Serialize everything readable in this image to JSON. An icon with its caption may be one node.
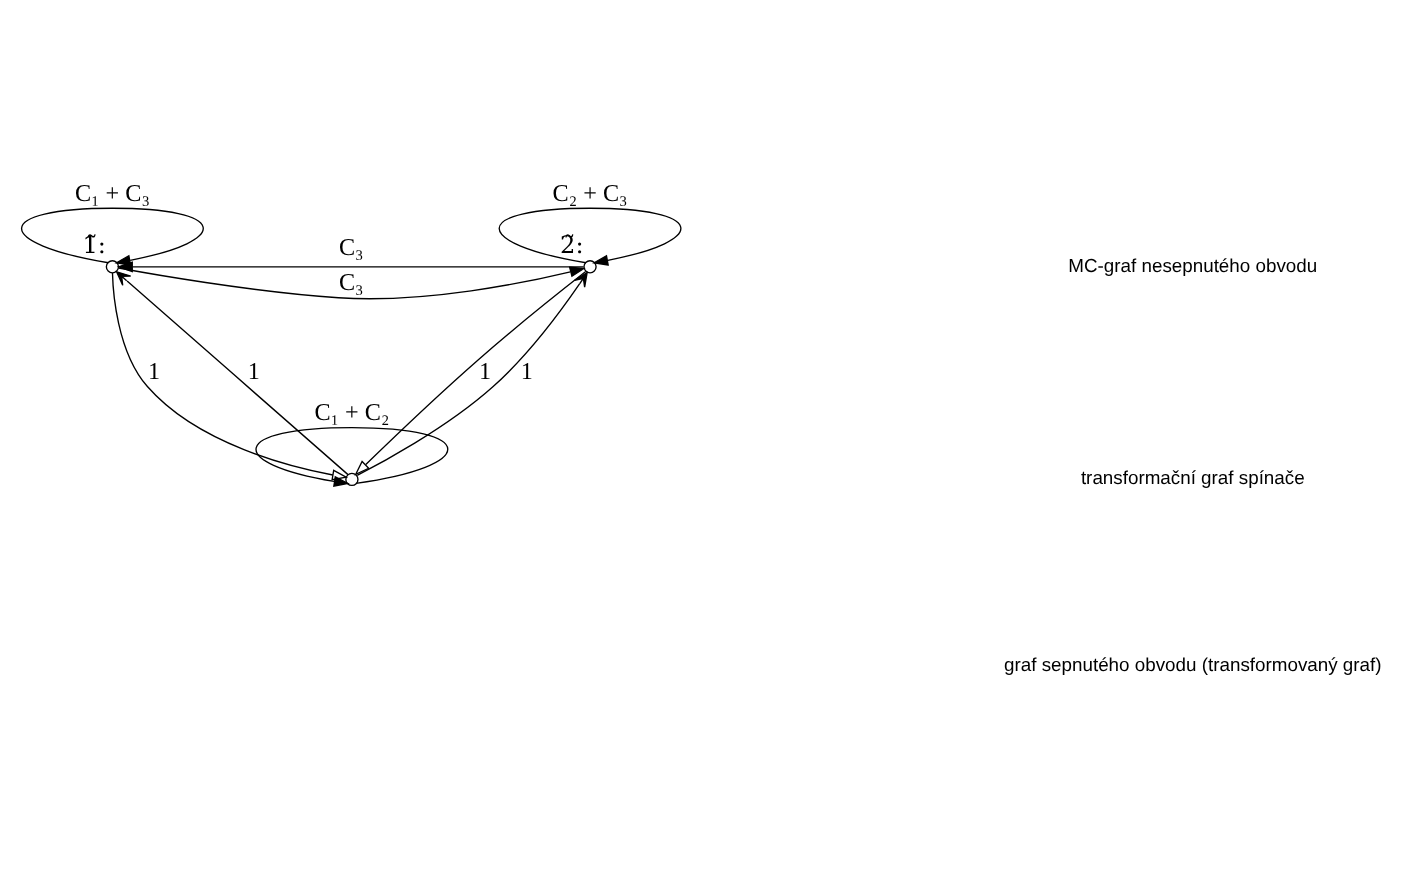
{
  "diagram": {
    "nodes": [
      {
        "text": [],
        "shape": "circle",
        "beside": [
          "1̃:"
        ]
      },
      {
        "text": [],
        "shape": "circle",
        "beside": [
          "2̃:"
        ]
      },
      {
        "text": [],
        "shape": "circle"
      }
    ],
    "edges": [
      {
        "from": 0,
        "to": 0,
        "arrow": "to",
        "label": "C₁ + C₃"
      },
      {
        "from": 1,
        "to": 1,
        "arrow": "to",
        "label": "C₂ + C₃"
      },
      {
        "from": 1,
        "to": 0,
        "arrow": "to",
        "label": "C₃"
      },
      {
        "from": 0,
        "to": 1,
        "arrow": "to",
        "label": "C₃"
      },
      {
        "from": 2,
        "to": 0,
        "arrow": "to",
        "label": "1"
      },
      {
        "from": 0,
        "to": 2,
        "arrow": "to",
        "label": "1"
      },
      {
        "from": 2,
        "to": 1,
        "arrow": "to",
        "label": "1"
      },
      {
        "from": 1,
        "to": 2,
        "arrow": "to",
        "label": "1"
      },
      {
        "from": 2,
        "to": 2,
        "arrow": "to",
        "label": "C₁ + C₂"
      }
    ],
    "labels": [
      "MC-graf nesepnutého obvodu",
      "transformační graf spínače",
      "graf sepnutého obvodu (transformovaný graf)"
    ]
  }
}
